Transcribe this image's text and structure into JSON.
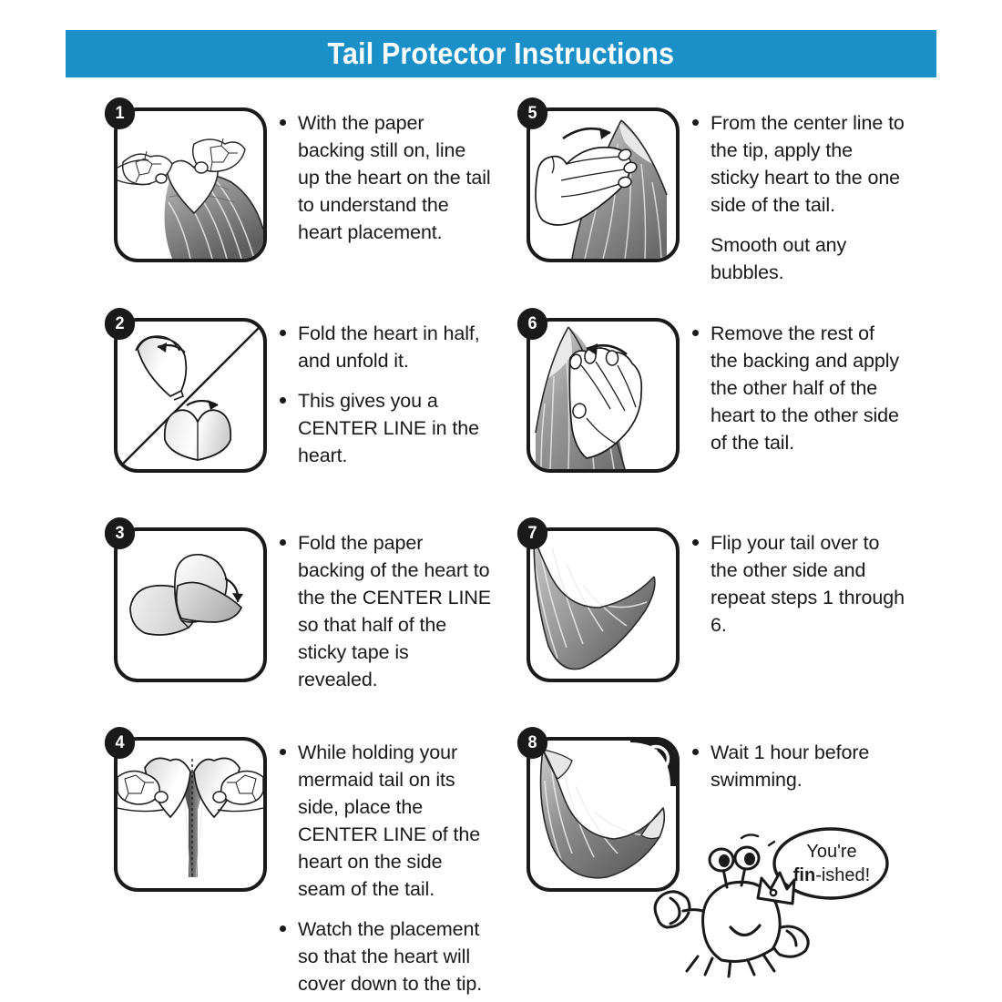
{
  "header": {
    "title": "Tail Protector Instructions",
    "background_color": "#1b90c8",
    "text_color": "#ffffff"
  },
  "steps": [
    {
      "number": "1",
      "image_alt": "two hands holding a heart-shaped protector against a mermaid tail",
      "bullets": [
        "With the paper backing still on, line up the heart on the tail to understand the heart placement."
      ],
      "notes": []
    },
    {
      "number": "2",
      "image_alt": "heart folded in half and unfolded, split diagonally",
      "bullets": [
        "Fold the heart in half, and unfold it.",
        "This gives you a CENTER LINE in the heart."
      ],
      "notes": []
    },
    {
      "number": "3",
      "image_alt": "paper backing of the heart folded back to the center line",
      "bullets": [
        "Fold the paper backing of the heart to the the CENTER LINE so that half of the sticky tape is revealed."
      ],
      "notes": []
    },
    {
      "number": "4",
      "image_alt": "hands placing the heart center line onto the side seam of the tail",
      "bullets": [
        "While holding your mermaid tail on its side, place the CENTER LINE of the heart on the side seam of the tail.",
        "Watch the placement so that the heart will cover down to the tip."
      ],
      "notes": []
    },
    {
      "number": "5",
      "image_alt": "hand smoothing the sticky heart from the center line to the tip",
      "bullets": [
        "From the center line to the tip, apply the sticky heart to the one side of the tail."
      ],
      "notes": [
        "Smooth out any bubbles."
      ]
    },
    {
      "number": "6",
      "image_alt": "hand applying the other half of the heart to the other side of the tail",
      "bullets": [
        "Remove the rest of the backing and apply the other half of the heart to the other side of the tail."
      ],
      "notes": []
    },
    {
      "number": "7",
      "image_alt": "mermaid tail fin flipped to the other side",
      "bullets": [
        "Flip your tail over to the other side and repeat steps 1 through 6."
      ],
      "notes": []
    },
    {
      "number": "8",
      "image_alt": "finished mermaid tail fin with protectors applied",
      "corner_icon": "clock-icon",
      "bullets": [
        "Wait 1 hour before swimming."
      ],
      "notes": []
    }
  ],
  "mascot": {
    "character": "crab-mascot",
    "speech": {
      "line1": "You're",
      "line2_bold": "fin",
      "line2_rest": "-ished!"
    }
  }
}
